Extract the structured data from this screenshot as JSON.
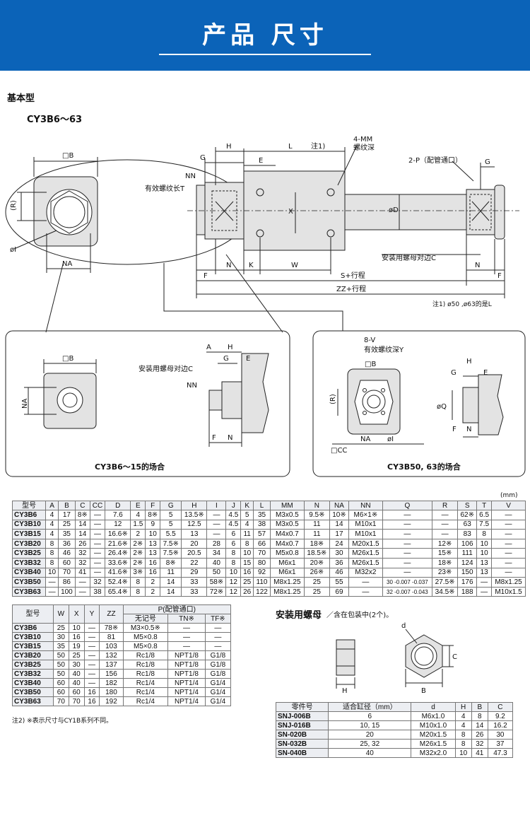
{
  "header": {
    "title": "产品 尺寸"
  },
  "section": {
    "title": "基本型",
    "model": "CY3B6～63"
  },
  "labels": {
    "B": "□B",
    "R": "(R)",
    "NA": "NA",
    "I": "øI",
    "G": "G",
    "H": "H",
    "E": "E",
    "NN": "NN",
    "thread_len": "有效螺纹长T",
    "L": "L",
    "L_note": "注1)",
    "MM": "4-MM",
    "MM_sub": "螺纹深",
    "P": "2-P（配管通口）",
    "X": "X",
    "D": "øD",
    "nut_c": "安装用螺母对边C",
    "F": "F",
    "N": "N",
    "K": "K",
    "W": "W",
    "S": "S+行程",
    "ZZ": "ZZ+行程",
    "note1": "注1) ø50 ,ø63的是L",
    "A": "A",
    "V": "8-V",
    "V_sub": "有效螺纹深Y",
    "Q": "øQ",
    "CC": "□CC"
  },
  "inset_left": {
    "caption": "CY3B6～15的场合",
    "nut_c": "安装用螺母对边C"
  },
  "inset_right": {
    "caption": "CY3B50, 63的场合"
  },
  "unit": "(mm)",
  "table1": {
    "headers": [
      "型号",
      "A",
      "B",
      "C",
      "CC",
      "D",
      "E",
      "F",
      "G",
      "H",
      "I",
      "J",
      "K",
      "L",
      "MM",
      "N",
      "NA",
      "NN",
      "Q",
      "R",
      "S",
      "T",
      "V"
    ],
    "rows": [
      [
        "CY3B6",
        "4",
        "17",
        "8※",
        "—",
        "7.6",
        "4",
        "8※",
        "5",
        "13.5※",
        "—",
        "4.5",
        "5",
        "35",
        "M3x0.5",
        "9.5※",
        "10※",
        "M6×1※",
        "—",
        "—",
        "62※",
        "6.5",
        "—"
      ],
      [
        "CY3B10",
        "4",
        "25",
        "14",
        "—",
        "12",
        "1.5",
        "9",
        "5",
        "12.5",
        "—",
        "4.5",
        "4",
        "38",
        "M3x0.5",
        "11",
        "14",
        "M10x1",
        "—",
        "—",
        "63",
        "7.5",
        "—"
      ],
      [
        "CY3B15",
        "4",
        "35",
        "14",
        "—",
        "16.6※",
        "2",
        "10",
        "5.5",
        "13",
        "—",
        "6",
        "11",
        "57",
        "M4x0.7",
        "11",
        "17",
        "M10x1",
        "—",
        "—",
        "83",
        "8",
        "—"
      ],
      [
        "CY3B20",
        "8",
        "36",
        "26",
        "—",
        "21.6※",
        "2※",
        "13",
        "7.5※",
        "20",
        "28",
        "6",
        "8",
        "66",
        "M4x0.7",
        "18※",
        "24",
        "M20x1.5",
        "—",
        "12※",
        "106",
        "10",
        "—"
      ],
      [
        "CY3B25",
        "8",
        "46",
        "32",
        "—",
        "26.4※",
        "2※",
        "13",
        "7.5※",
        "20.5",
        "34",
        "8",
        "10",
        "70",
        "M5x0.8",
        "18.5※",
        "30",
        "M26x1.5",
        "—",
        "15※",
        "111",
        "10",
        "—"
      ],
      [
        "CY3B32",
        "8",
        "60",
        "32",
        "—",
        "33.6※",
        "2※",
        "16",
        "8※",
        "22",
        "40",
        "8",
        "15",
        "80",
        "M6x1",
        "20※",
        "36",
        "M26x1.5",
        "—",
        "18※",
        "124",
        "13",
        "—"
      ],
      [
        "CY3B40",
        "10",
        "70",
        "41",
        "—",
        "41.6※",
        "3※",
        "16",
        "11",
        "29",
        "50",
        "10",
        "16",
        "92",
        "M6x1",
        "26※",
        "46",
        "M32x2",
        "—",
        "23※",
        "150",
        "13",
        "—"
      ],
      [
        "CY3B50",
        "—",
        "86",
        "—",
        "32",
        "52.4※",
        "8",
        "2",
        "14",
        "33",
        "58※",
        "12",
        "25",
        "110",
        "M8x1.25",
        "25",
        "55",
        "—",
        "30 -0.007 -0.037",
        "27.5※",
        "176",
        "—",
        "M8x1.25"
      ],
      [
        "CY3B63",
        "—",
        "100",
        "—",
        "38",
        "65.4※",
        "8",
        "2",
        "14",
        "33",
        "72※",
        "12",
        "26",
        "122",
        "M8x1.25",
        "25",
        "69",
        "—",
        "32 -0.007 -0.043",
        "34.5※",
        "188",
        "—",
        "M10x1.5"
      ]
    ]
  },
  "table2": {
    "headers": [
      "型号",
      "W",
      "X",
      "Y",
      "ZZ",
      "P(配管通口)",
      "无记号",
      "TN※",
      "TF※"
    ],
    "rows": [
      [
        "CY3B6",
        "25",
        "10",
        "—",
        "78※",
        "M3×0.5※",
        "—",
        "—"
      ],
      [
        "CY3B10",
        "30",
        "16",
        "—",
        "81",
        "M5×0.8",
        "—",
        "—"
      ],
      [
        "CY3B15",
        "35",
        "19",
        "—",
        "103",
        "M5×0.8",
        "—",
        "—"
      ],
      [
        "CY3B20",
        "50",
        "25",
        "—",
        "132",
        "Rc1/8",
        "NPT1/8",
        "G1/8"
      ],
      [
        "CY3B25",
        "50",
        "30",
        "—",
        "137",
        "Rc1/8",
        "NPT1/8",
        "G1/8"
      ],
      [
        "CY3B32",
        "50",
        "40",
        "—",
        "156",
        "Rc1/8",
        "NPT1/8",
        "G1/8"
      ],
      [
        "CY3B40",
        "60",
        "40",
        "—",
        "182",
        "Rc1/4",
        "NPT1/4",
        "G1/4"
      ],
      [
        "CY3B50",
        "60",
        "60",
        "16",
        "180",
        "Rc1/4",
        "NPT1/4",
        "G1/4"
      ],
      [
        "CY3B63",
        "70",
        "70",
        "16",
        "192",
        "Rc1/4",
        "NPT1/4",
        "G1/4"
      ]
    ],
    "note": "注2) ※表示尺寸与CY1B系列不同。"
  },
  "nut": {
    "title": "安装用螺母",
    "subtitle": "／含在包装中(2个)。",
    "labels": {
      "d": "d",
      "C": "C",
      "H": "H",
      "B": "B"
    },
    "headers": [
      "零件号",
      "适合缸径（mm）",
      "d",
      "H",
      "B",
      "C"
    ],
    "rows": [
      [
        "SNJ-006B",
        "6",
        "M6x1.0",
        "4",
        "8",
        "9.2"
      ],
      [
        "SNJ-016B",
        "10, 15",
        "M10x1.0",
        "4",
        "14",
        "16.2"
      ],
      [
        "SN-020B",
        "20",
        "M20x1.5",
        "8",
        "26",
        "30"
      ],
      [
        "SN-032B",
        "25, 32",
        "M26x1.5",
        "8",
        "32",
        "37"
      ],
      [
        "SN-040B",
        "40",
        "M32x2.0",
        "10",
        "41",
        "47.3"
      ]
    ]
  },
  "colors": {
    "brand_blue": "#0b63b8",
    "line": "#222222",
    "body_fill": "#e3e3e3",
    "header_fill": "#eceef2"
  }
}
